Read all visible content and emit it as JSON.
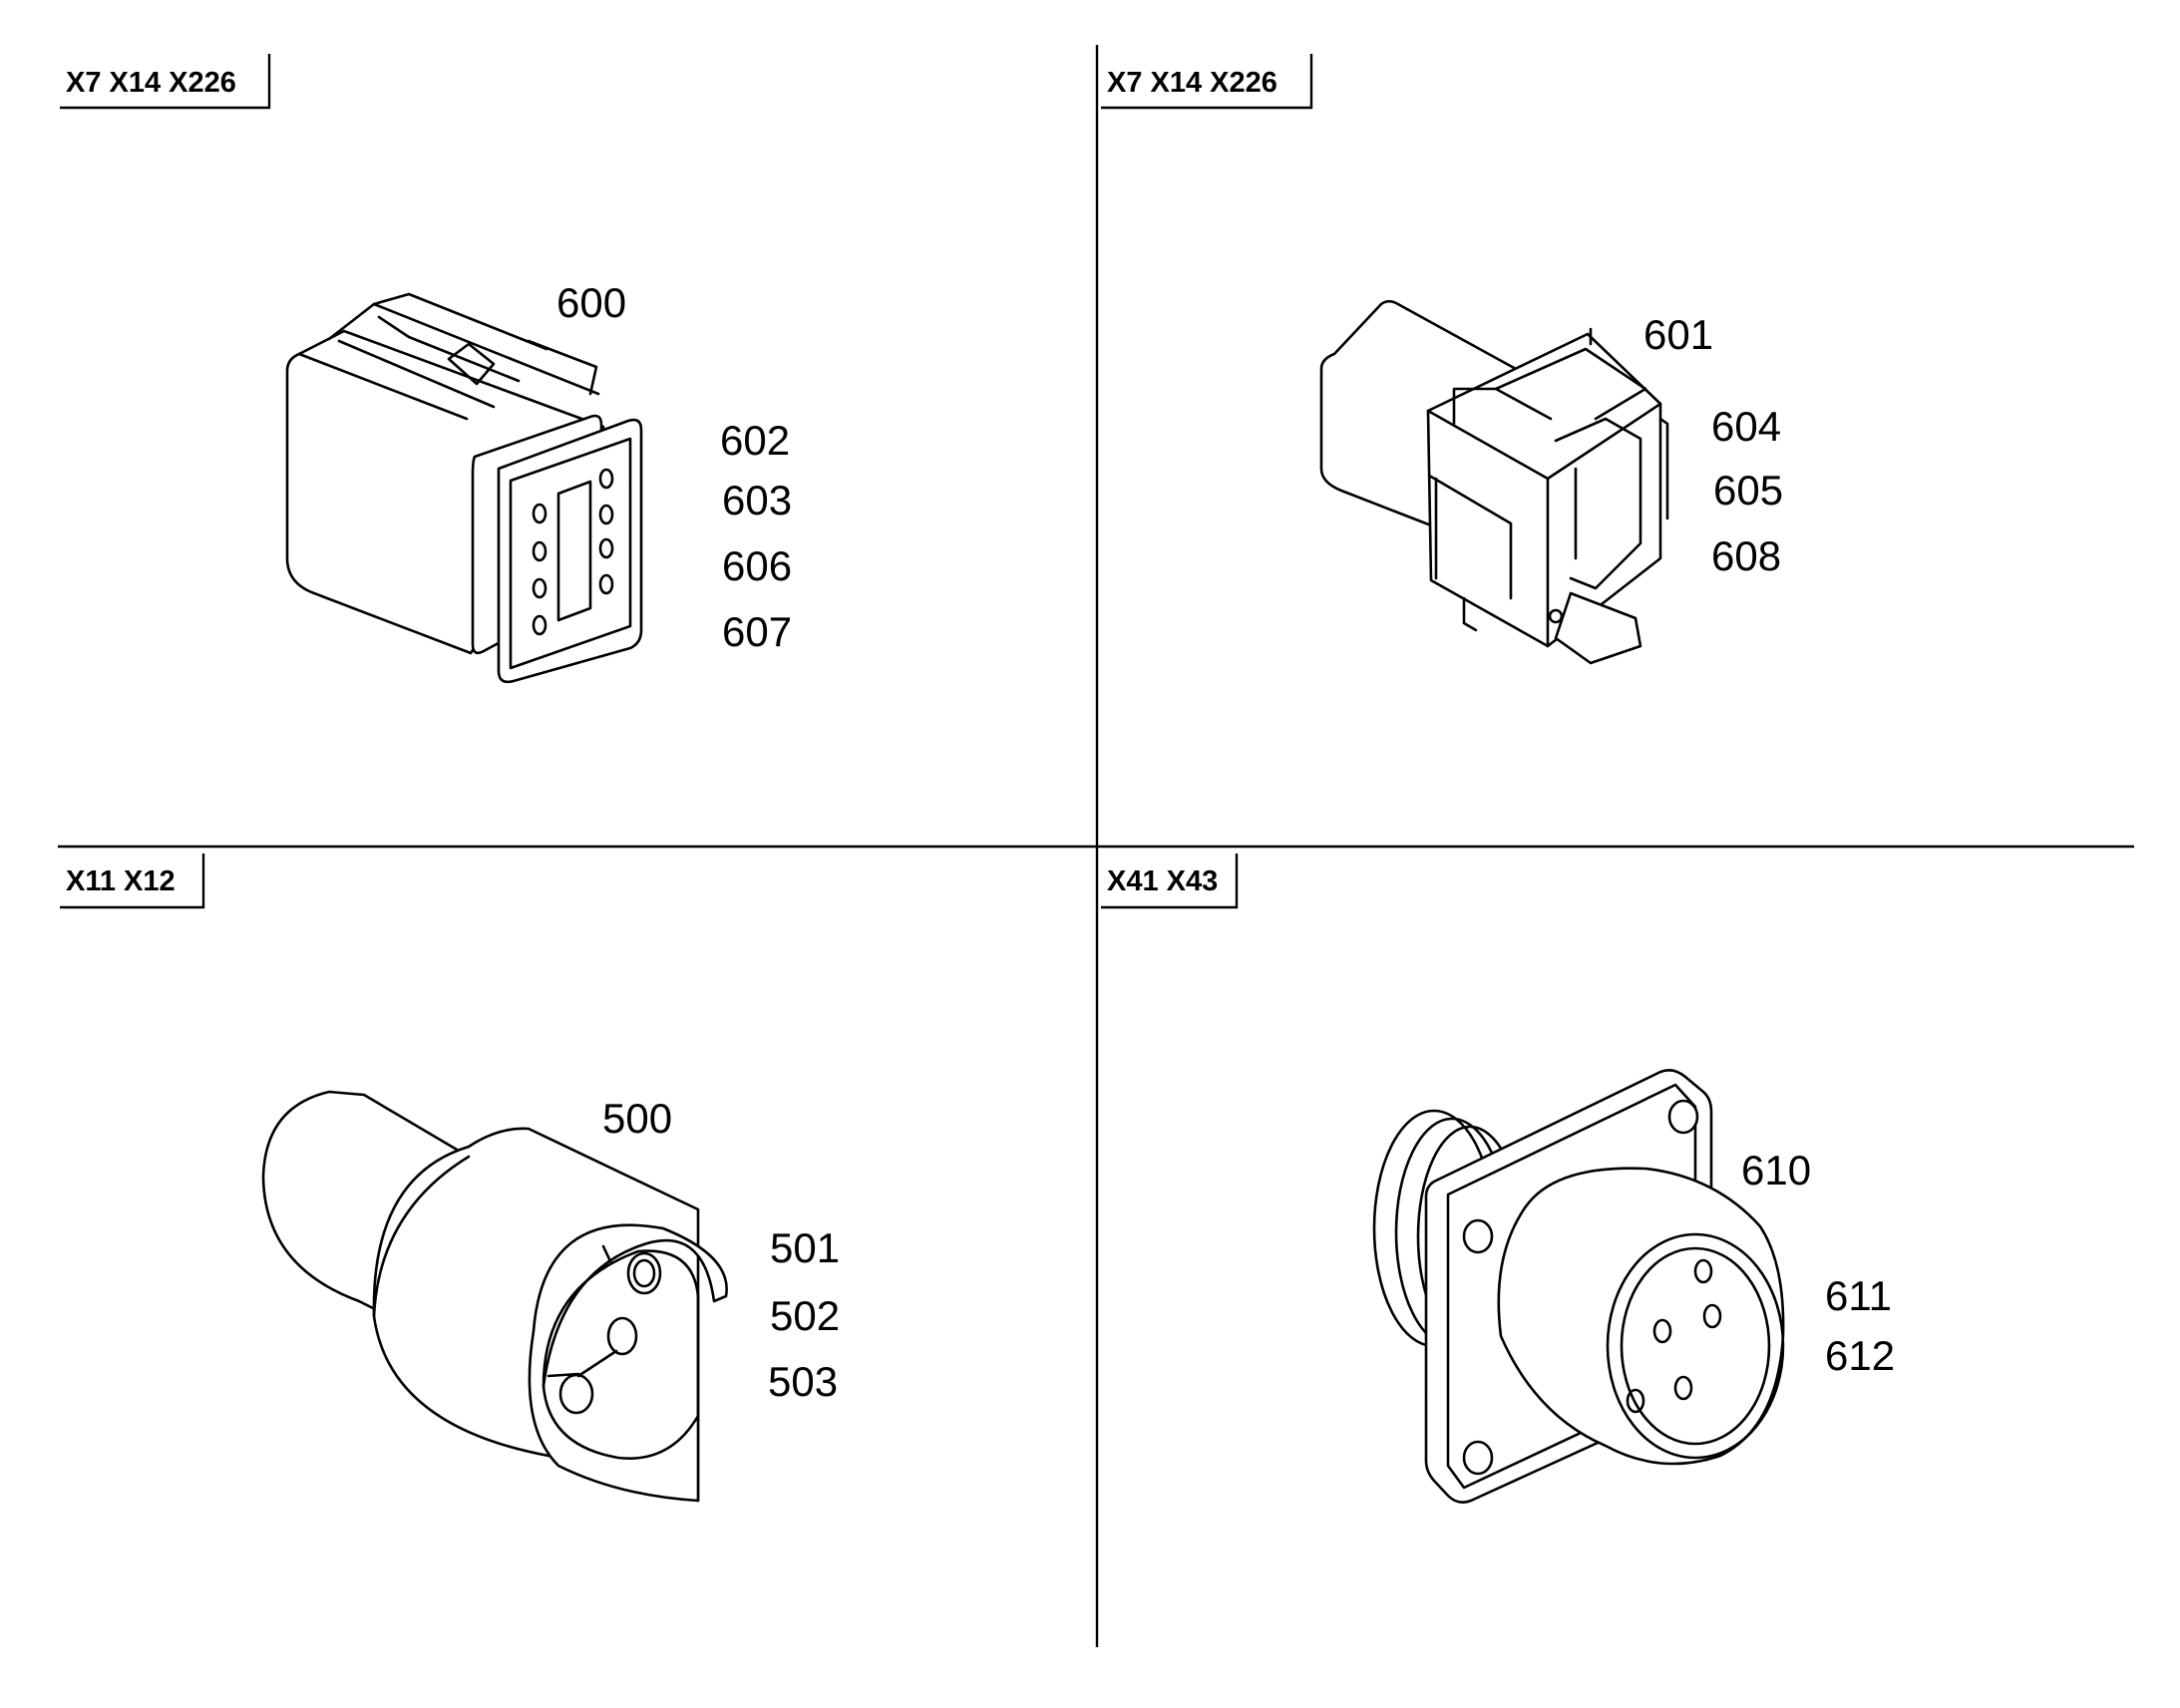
{
  "quadrants": [
    {
      "label": "X7 X14 X226",
      "part_numbers": [
        "600",
        "602",
        "603",
        "606",
        "607"
      ]
    },
    {
      "label": "X7 X14 X226",
      "part_numbers": [
        "601",
        "604",
        "605",
        "608"
      ]
    },
    {
      "label": "X11 X12",
      "part_numbers": [
        "500",
        "501",
        "502",
        "503"
      ]
    },
    {
      "label": "X41 X43",
      "part_numbers": [
        "610",
        "611",
        "612"
      ]
    }
  ],
  "colors": {
    "line": "#000000",
    "background": "#ffffff"
  }
}
